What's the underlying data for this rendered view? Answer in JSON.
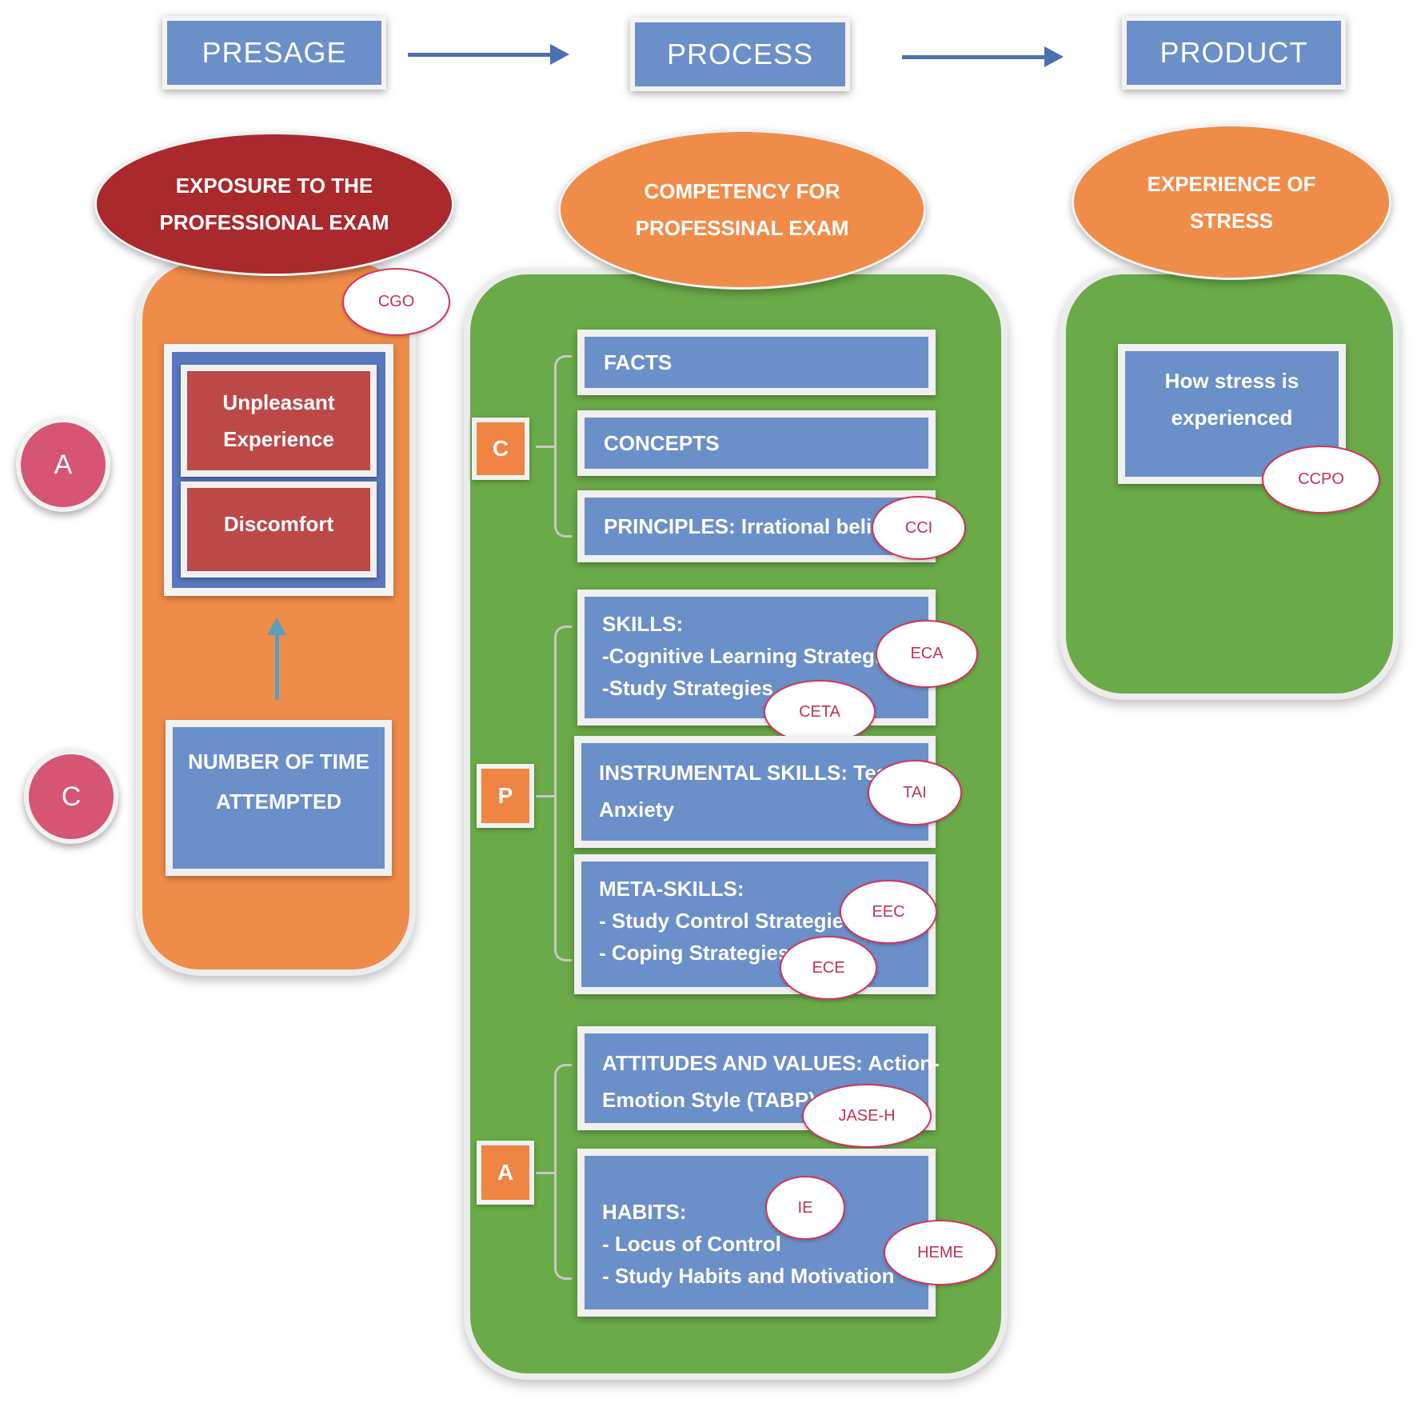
{
  "header": {
    "presage": "PRESAGE",
    "process": "PROCESS",
    "product": "PRODUCT"
  },
  "presage": {
    "ellipse_line1": "EXPOSURE TO THE",
    "ellipse_line2": "PROFESSIONAL EXAM",
    "badge": "CGO",
    "unpleasant_line1": "Unpleasant",
    "unpleasant_line2": "Experience",
    "discomfort": "Discomfort",
    "attempts_line1": "NUMBER OF TIME",
    "attempts_line2": "ATTEMPTED",
    "circle_a": "A",
    "circle_c": "C"
  },
  "process": {
    "ellipse_line1": "COMPETENCY FOR",
    "ellipse_line2": "PROFESSINAL EXAM",
    "group_c": "C",
    "group_p": "P",
    "group_a": "A",
    "facts": "FACTS",
    "concepts": "CONCEPTS",
    "principles": "PRINCIPLES: Irrational beliefs",
    "principles_badge": "CCI",
    "skills_title": "SKILLS:",
    "skills_item1": "-Cognitive Learning Strategies",
    "skills_item2": "-Study Strategies",
    "skills_badge1": "ECA",
    "skills_badge2": "CETA",
    "instr_line1": "INSTRUMENTAL SKILLS: Test",
    "instr_line2": "Anxiety",
    "instr_badge": "TAI",
    "meta_title": "META-SKILLS:",
    "meta_item1": "- Study Control Strategies",
    "meta_item2": "- Coping Strategies",
    "meta_badge1": "EEC",
    "meta_badge2": "ECE",
    "att_line1": "ATTITUDES AND VALUES: Action-",
    "att_line2": "Emotion Style (TABP)",
    "att_badge": "JASE-H",
    "habits_title": "HABITS:",
    "habits_item1": "- Locus of Control",
    "habits_item2": "- Study Habits and Motivation",
    "habits_badge1": "IE",
    "habits_badge2": "HEME"
  },
  "product": {
    "ellipse_line1": "EXPERIENCE OF",
    "ellipse_line2": "STRESS",
    "box_line1": "How stress is",
    "box_line2": "experienced",
    "badge": "CCPO"
  },
  "colors": {
    "blue": "#6b8fc9",
    "orange": "#f08c4a",
    "green": "#6aaa48",
    "dark_red": "#a9292c",
    "box_red": "#bd4848",
    "pink": "#d65474"
  }
}
